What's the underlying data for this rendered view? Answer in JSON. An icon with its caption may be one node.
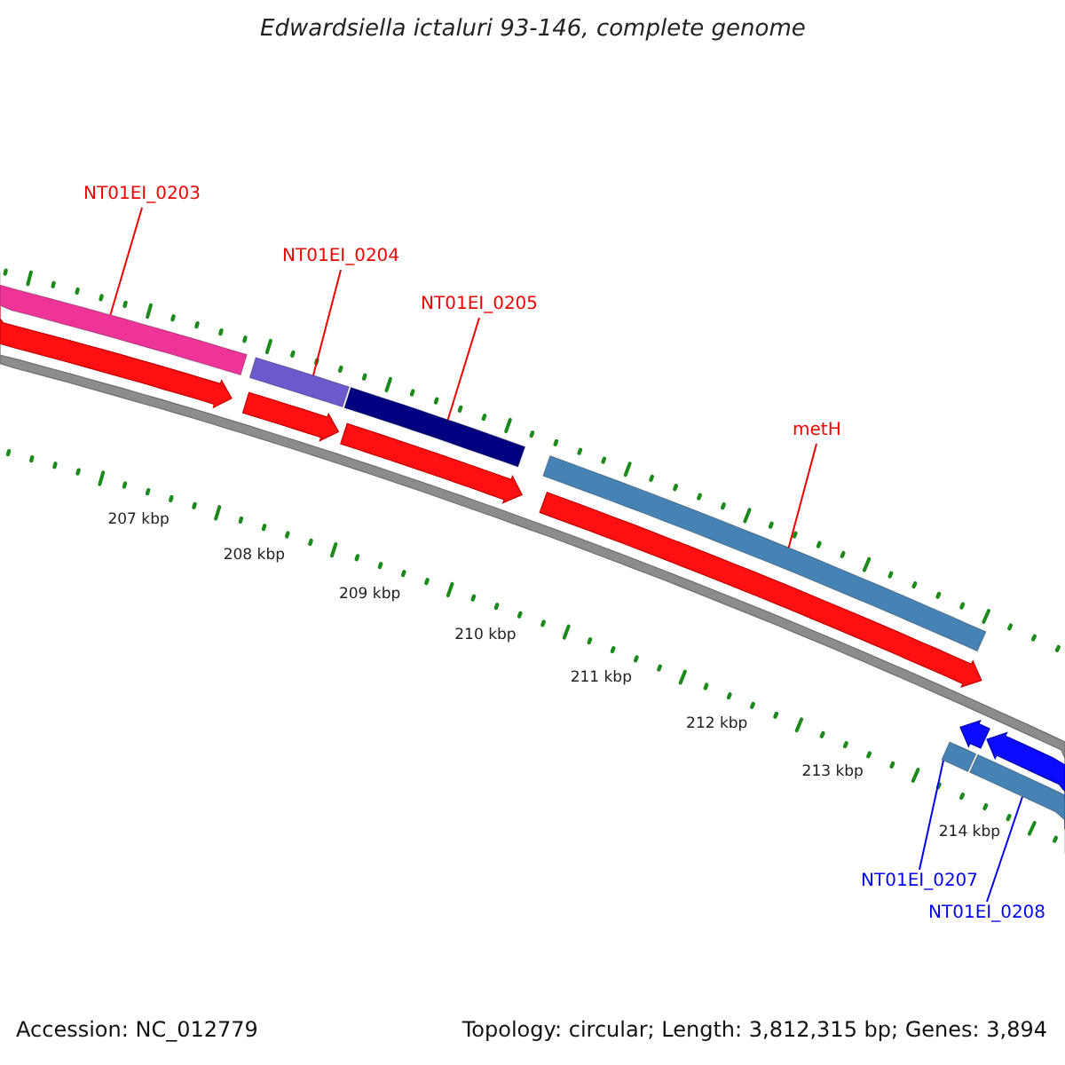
{
  "diagram": {
    "title": "Edwardsiella ictaluri 93-146, complete genome",
    "nodes": [
      {
        "text": [
          "NT01EI_0203"
        ]
      },
      {
        "text": [],
        "shape": "bar"
      },
      {
        "text": [
          "NT01EI_0204"
        ]
      },
      {
        "text": [],
        "shape": "bar"
      },
      {
        "text": [
          "NT01EI_0205"
        ]
      },
      {
        "text": [],
        "shape": "bar"
      },
      {
        "text": [
          "metH"
        ]
      },
      {
        "text": [],
        "shape": "bar"
      },
      {
        "text": [
          "NT01EI_0207"
        ]
      },
      {
        "text": [],
        "shape": "bar"
      },
      {
        "text": [
          "NT01EI_0208"
        ]
      },
      {
        "text": [],
        "shape": "bar"
      }
    ],
    "edges": [
      {
        "from": 0,
        "to": 1,
        "arrow": "none"
      },
      {
        "from": 2,
        "to": 3,
        "arrow": "none"
      },
      {
        "from": 4,
        "to": 5,
        "arrow": "none"
      },
      {
        "from": 6,
        "to": 7,
        "arrow": "none"
      },
      {
        "from": 8,
        "to": 9,
        "arrow": "none",
        "color": "#0000ee"
      },
      {
        "from": 10,
        "to": 11,
        "arrow": "none",
        "color": "#0000ee"
      }
    ],
    "labels": [
      "207 kbp",
      "208 kbp",
      "209 kbp",
      "210 kbp",
      "211 kbp",
      "212 kbp",
      "213 kbp",
      "214 kbp",
      "Accession: NC_012779",
      "Topology: circular; Length: 3,812,315 bp; Genes: 3,894"
    ]
  }
}
